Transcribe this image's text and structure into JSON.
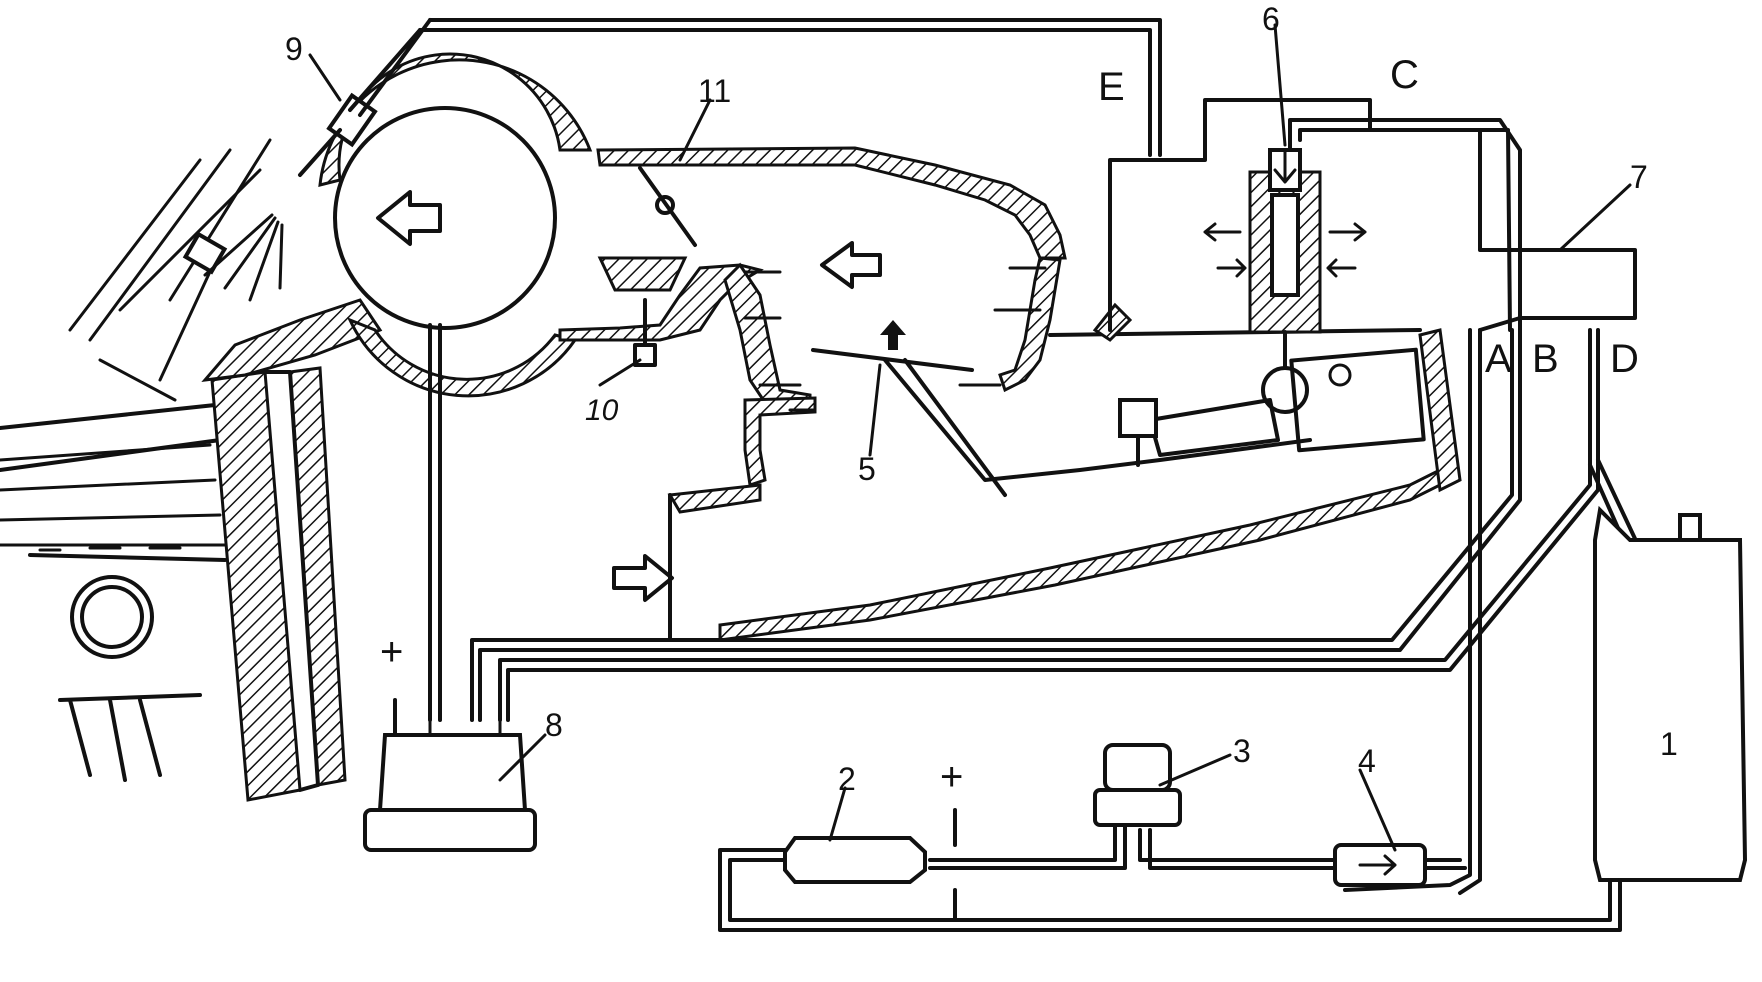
{
  "diagram": {
    "labels": {
      "n1": "1",
      "n2": "2",
      "n3": "3",
      "n4": "4",
      "n5": "5",
      "n6": "6",
      "n7": "7",
      "n8": "8",
      "n9": "9",
      "n10": "10",
      "n11": "11",
      "A": "A",
      "B": "B",
      "C": "C",
      "D": "D",
      "E": "E",
      "plus1": "+",
      "plus2": "+"
    }
  }
}
